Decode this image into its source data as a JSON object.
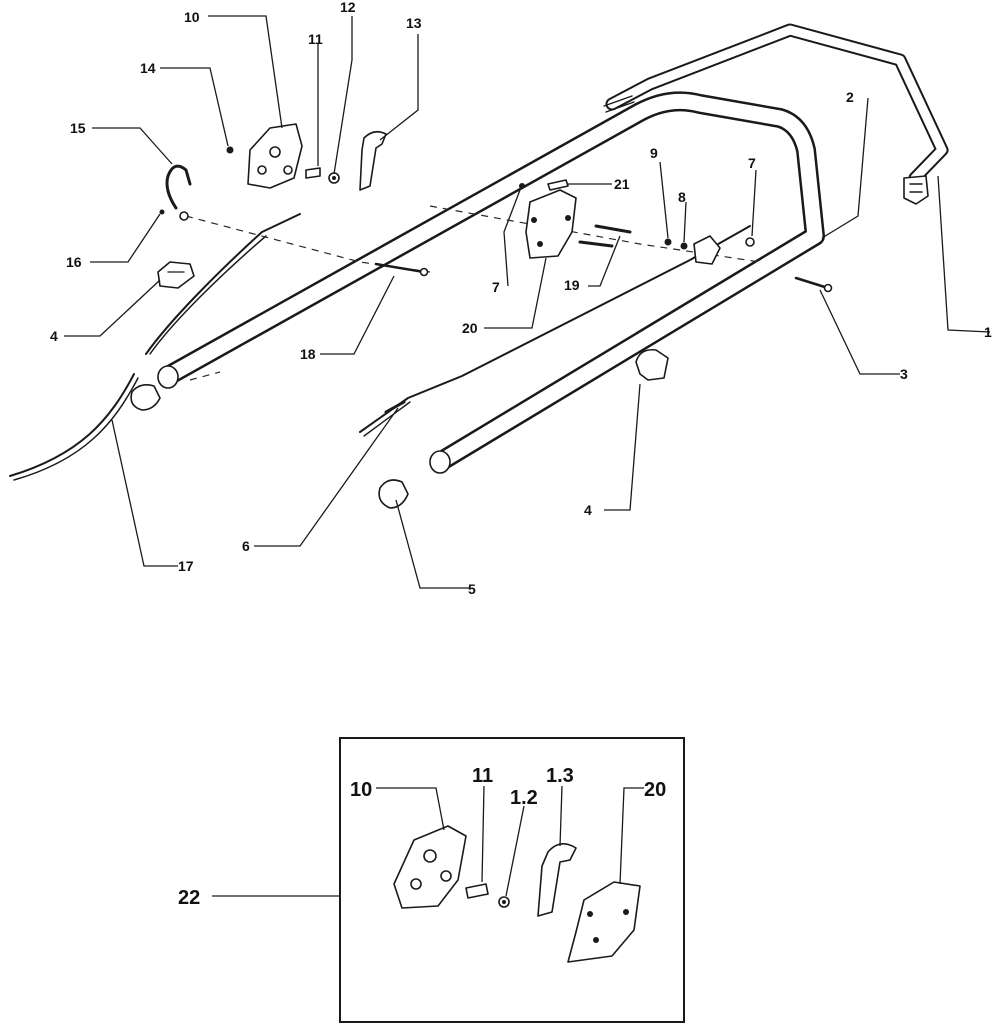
{
  "labels": {
    "l1": "1",
    "l2": "2",
    "l3": "3",
    "l4a": "4",
    "l4b": "4",
    "l5": "5",
    "l6": "6",
    "l7a": "7",
    "l7b": "7",
    "l8": "8",
    "l9": "9",
    "l10": "10",
    "l11": "11",
    "l12": "12",
    "l13": "13",
    "l14": "14",
    "l15": "15",
    "l16": "16",
    "l17": "17",
    "l18": "18",
    "l19": "19",
    "l20": "20",
    "l21": "21"
  },
  "inset": {
    "label": "22",
    "l10": "10",
    "l11": "11",
    "l12": "1.2",
    "l13": "1.3",
    "l20": "20"
  }
}
